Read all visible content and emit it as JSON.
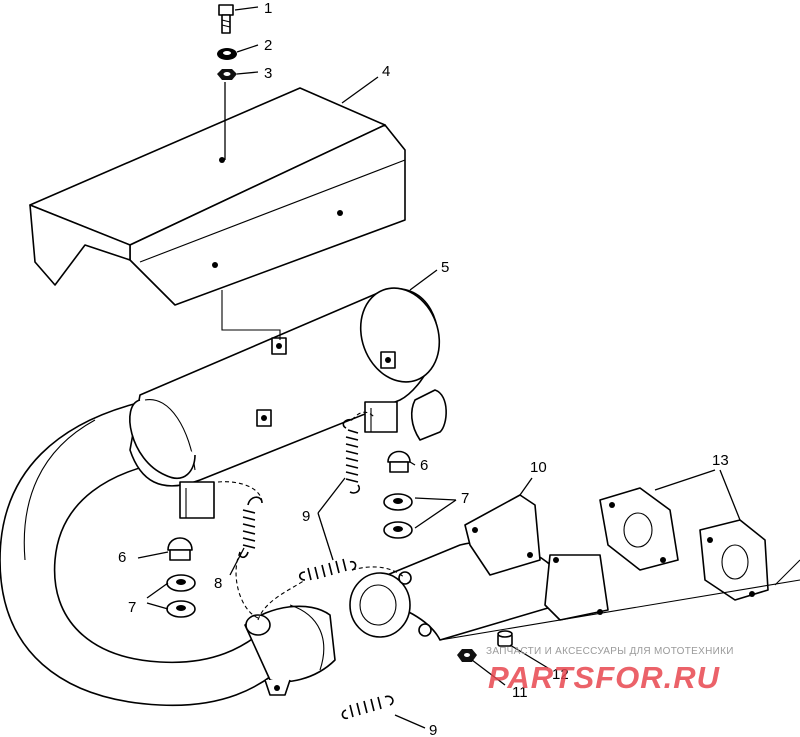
{
  "callouts": {
    "c1": "1",
    "c2": "2",
    "c3": "3",
    "c4": "4",
    "c5": "5",
    "c6a": "6",
    "c6b": "6",
    "c7a": "7",
    "c7b": "7",
    "c8": "8",
    "c9a": "9",
    "c9b": "9",
    "c10": "10",
    "c11": "11",
    "c12": "12",
    "c13": "13"
  },
  "watermark": {
    "tagline": "ЗАПЧАСТИ И АКСЕССУАРЫ ДЛЯ МОТОТЕХНИКИ",
    "logo": "PARTSFOR.RU",
    "logo_color": "#e8474f"
  }
}
